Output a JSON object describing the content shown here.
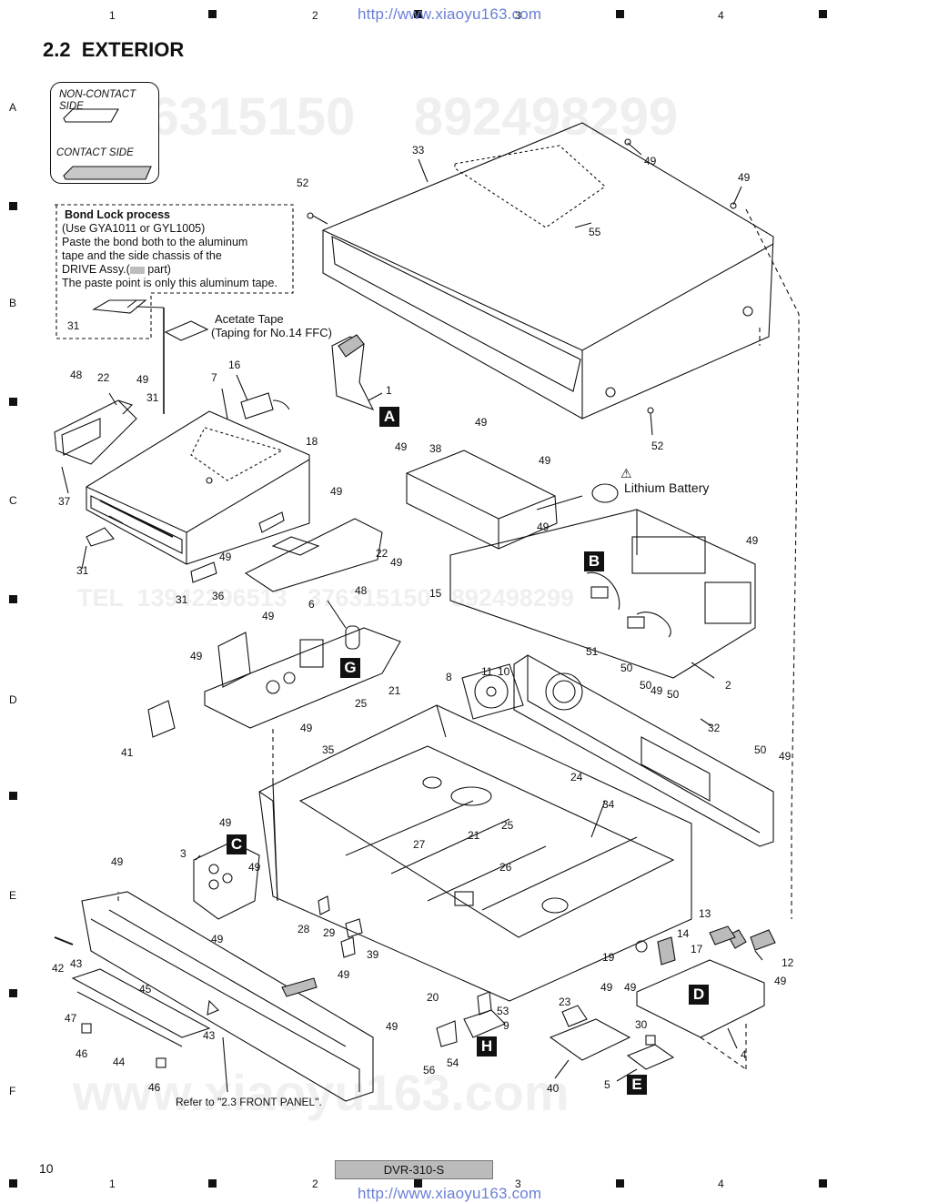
{
  "header": {
    "col_numbers": [
      "1",
      "2",
      "3",
      "4"
    ],
    "url": "http://www.xiaoyu163.com"
  },
  "row_letters": [
    "A",
    "B",
    "C",
    "D",
    "E",
    "F"
  ],
  "section_title": "2.2  EXTERIOR",
  "legend": {
    "non_contact": "NON-CONTACT\nSIDE",
    "contact": "CONTACT SIDE"
  },
  "bond_lock": {
    "title": "Bond Lock process",
    "line1": "(Use GYA1011 or GYL1005)",
    "line2": "Paste the bond both to the aluminum",
    "line3": "tape and the side chassis of the",
    "line4a": "DRIVE Assy.(",
    "line4b": " part)",
    "line5": "The paste point is only this aluminum tape."
  },
  "labels": {
    "acetate_1": "Acetate Tape",
    "acetate_2": "(Taping for No.14 FFC)",
    "lithium": "Lithium Battery",
    "refer": "Refer to \"2.3 FRONT PANEL\"."
  },
  "watermark": {
    "top_numbers": "376315150    892498299",
    "bottom_text": "www.xiaoyu163.com",
    "mid_tel": "TEL  13942296513   376315150   892498299"
  },
  "badges": [
    "A",
    "B",
    "C",
    "D",
    "E",
    "G",
    "H"
  ],
  "footer": {
    "page": "10",
    "model": "DVR-310-S",
    "col_numbers": [
      "1",
      "2",
      "3",
      "4"
    ],
    "url": "http://www.xiaoyu163.com"
  },
  "callouts": [
    "33",
    "49",
    "49",
    "52",
    "55",
    "52",
    "48",
    "22",
    "49",
    "31",
    "7",
    "16",
    "1",
    "37",
    "31",
    "31",
    "36",
    "18",
    "31",
    "49",
    "49",
    "22",
    "48",
    "6",
    "49",
    "49",
    "49",
    "41",
    "38",
    "49",
    "49",
    "49",
    "49",
    "15",
    "11",
    "10",
    "8",
    "21",
    "25",
    "49",
    "35",
    "51",
    "50",
    "50",
    "49",
    "50",
    "32",
    "50",
    "49",
    "49",
    "2",
    "3",
    "49",
    "49",
    "49",
    "42",
    "43",
    "45",
    "47",
    "46",
    "44",
    "46",
    "43",
    "28",
    "29",
    "39",
    "49",
    "49",
    "27",
    "21",
    "26",
    "25",
    "24",
    "34",
    "20",
    "53",
    "9",
    "54",
    "56",
    "49",
    "23",
    "40",
    "19",
    "14",
    "13",
    "17",
    "12",
    "49",
    "49",
    "49",
    "30",
    "5",
    "4"
  ]
}
